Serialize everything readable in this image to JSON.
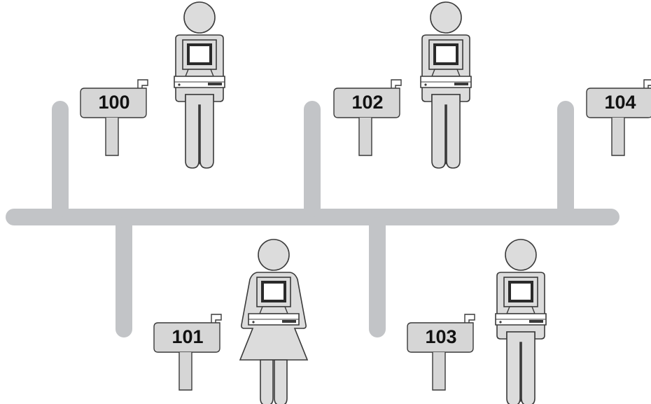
{
  "colors": {
    "bus": "#c2c4c7",
    "figure_fill": "#dcdcdc",
    "figure_outline": "#3a3a3a",
    "mailbox_fill": "#d6d6d6",
    "screen_dark": "#2a2a2a",
    "screen_light": "#ffffff"
  },
  "mailboxes": [
    {
      "number": "100"
    },
    {
      "number": "102"
    },
    {
      "number": "104"
    },
    {
      "number": "101"
    },
    {
      "number": "103"
    }
  ],
  "people": [
    {
      "icon": "person-with-computer-icon"
    },
    {
      "icon": "person-with-computer-icon"
    },
    {
      "icon": "person-with-computer-icon"
    },
    {
      "icon": "person-with-computer-icon"
    }
  ]
}
